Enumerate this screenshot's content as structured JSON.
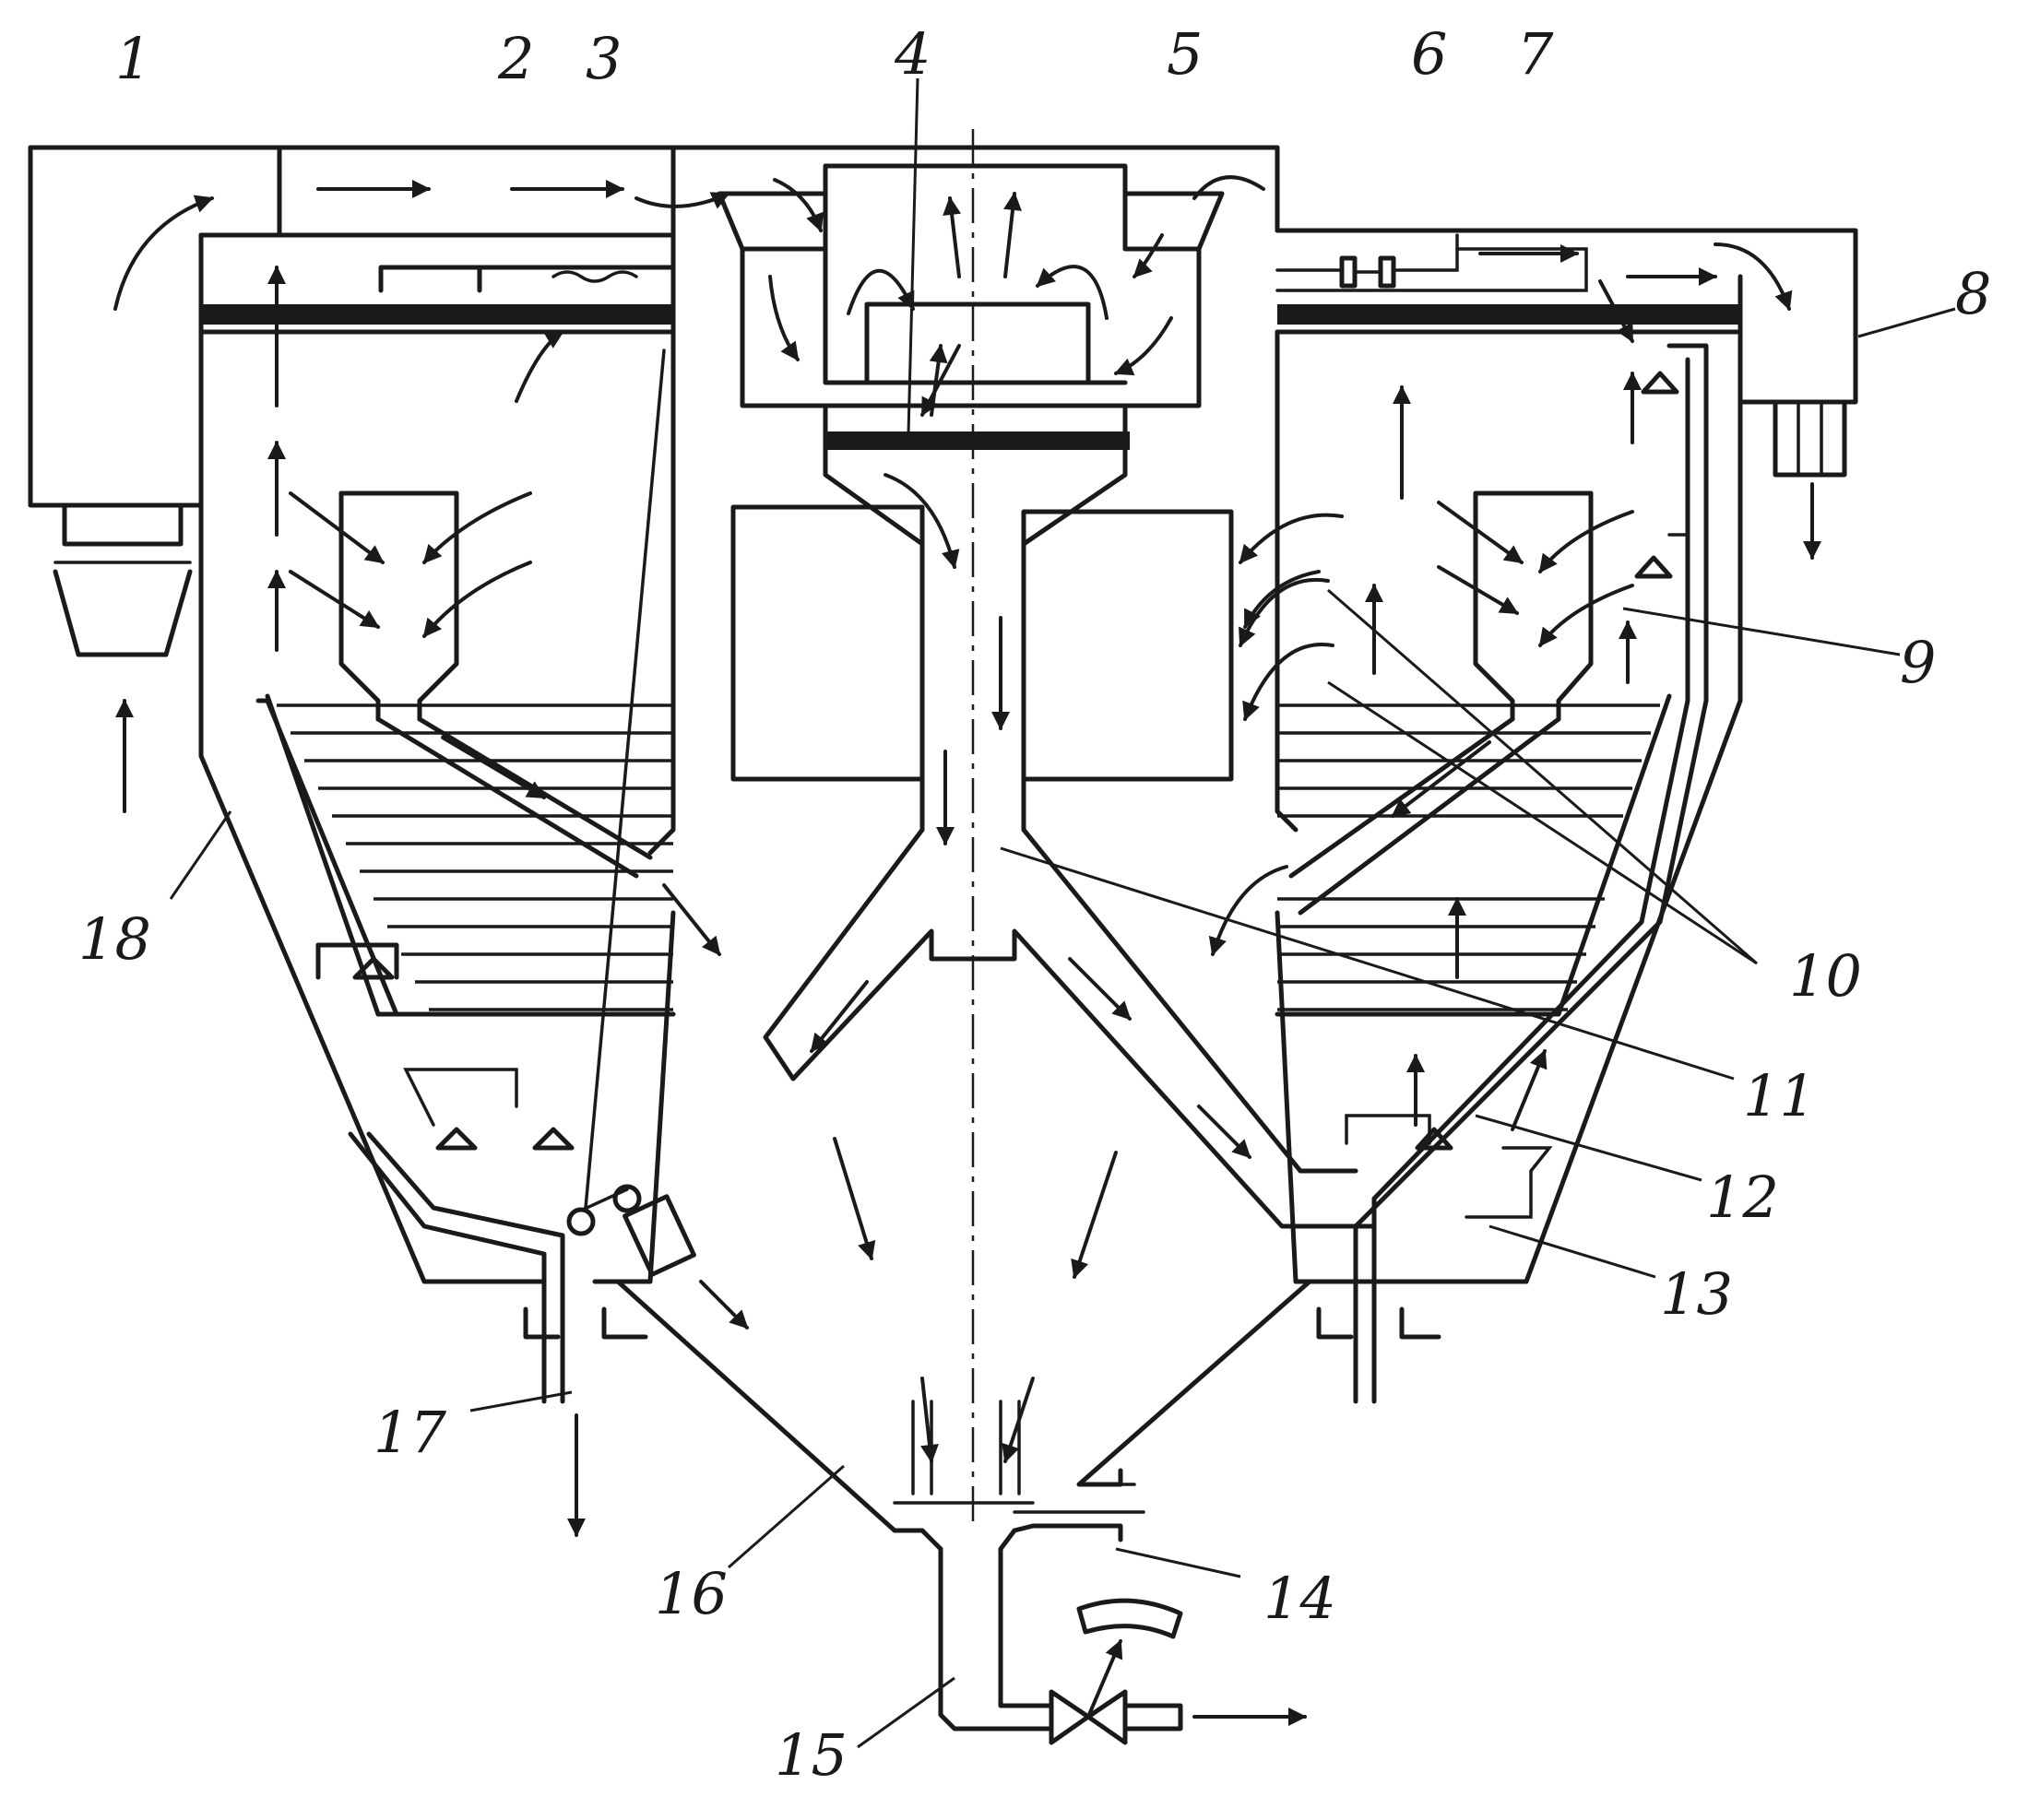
{
  "callouts": [
    {
      "id": "1",
      "text": "1"
    },
    {
      "id": "2",
      "text": "2"
    },
    {
      "id": "3",
      "text": "3"
    },
    {
      "id": "4",
      "text": "4"
    },
    {
      "id": "5",
      "text": "5"
    },
    {
      "id": "6",
      "text": "6"
    },
    {
      "id": "7",
      "text": "7"
    },
    {
      "id": "8",
      "text": "8"
    },
    {
      "id": "9",
      "text": "9"
    },
    {
      "id": "10",
      "text": "10"
    },
    {
      "id": "11",
      "text": "11"
    },
    {
      "id": "12",
      "text": "12"
    },
    {
      "id": "13",
      "text": "13"
    },
    {
      "id": "14",
      "text": "14"
    },
    {
      "id": "15",
      "text": "15"
    },
    {
      "id": "16",
      "text": "16"
    },
    {
      "id": "17",
      "text": "17"
    },
    {
      "id": "18",
      "text": "18"
    }
  ],
  "colors": {
    "ink": "#1a1a1a",
    "background": "#ffffff"
  }
}
